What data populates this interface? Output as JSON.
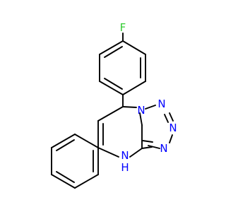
{
  "molecule": {
    "atoms": {
      "fluorine": "F",
      "n_bridge": "N",
      "n_ring_1": "N",
      "n_ring_2": "N",
      "n_ring_3": "N",
      "nh_n": "N",
      "nh_h": "H"
    },
    "colors": {
      "bond": "#000000",
      "fluorine": "#33cc33",
      "nitrogen": "#0000ff"
    }
  }
}
